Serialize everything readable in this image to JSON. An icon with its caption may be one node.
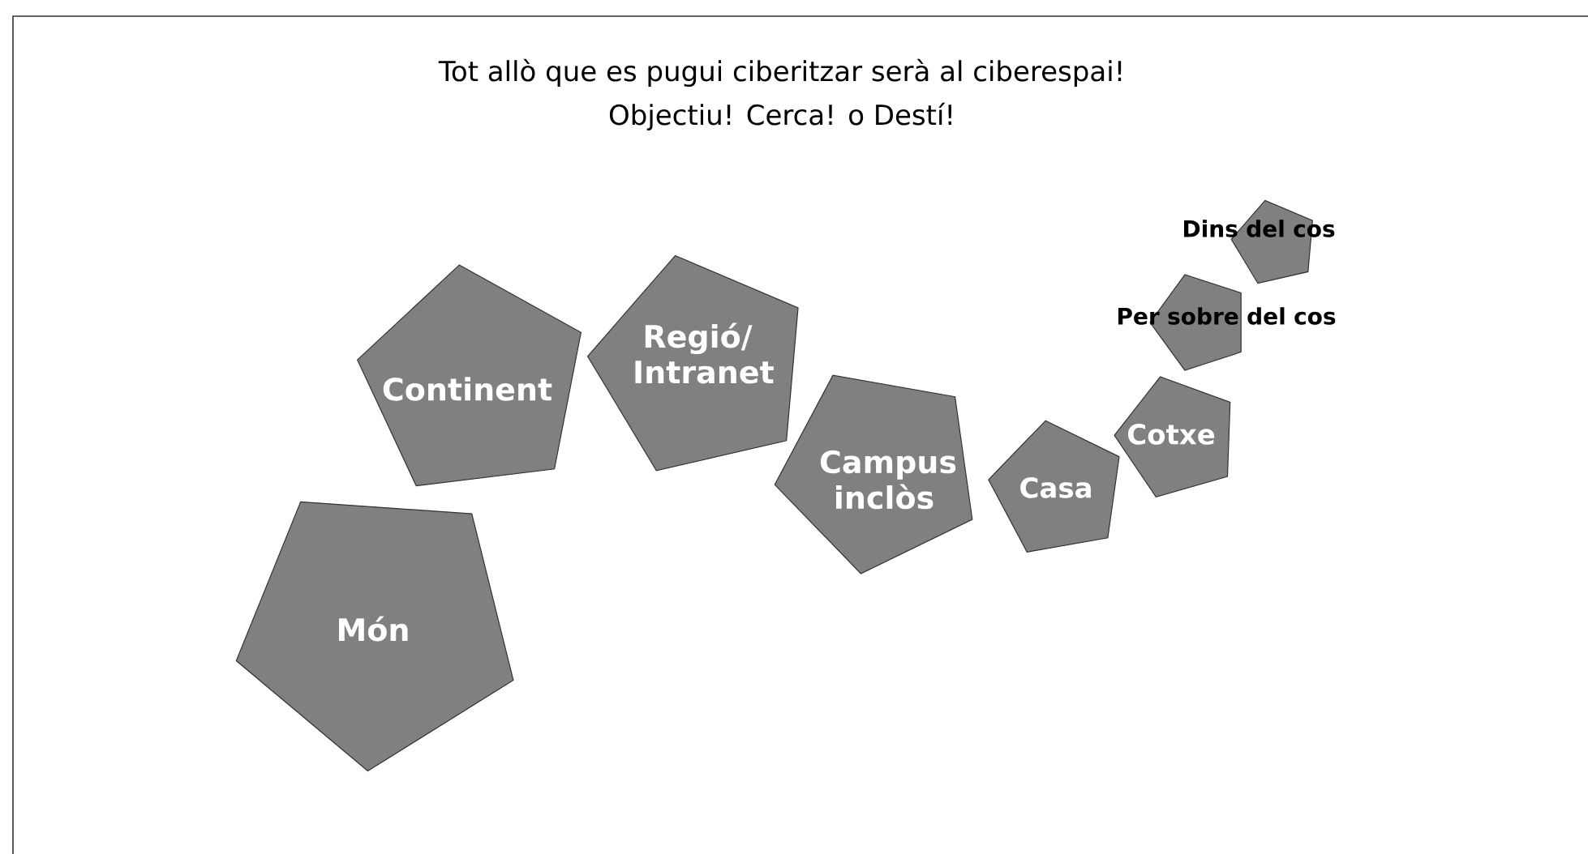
{
  "diagram": {
    "title": "Tot allò que es pugui ciberitzar serà al ciberespai!",
    "nodes": [
      {
        "text": [
          "Món"
        ]
      },
      {
        "text": [
          "Continent"
        ]
      },
      {
        "text": [
          "Regió/ Intranet"
        ]
      },
      {
        "text": [
          "Campus inclòs"
        ]
      },
      {
        "text": [
          "Casa"
        ]
      },
      {
        "text": [
          "Cotxe"
        ]
      },
      {
        "text": [
          "Per sobre del cos"
        ]
      },
      {
        "text": [
          "Dins del cos"
        ]
      }
    ],
    "edges": [],
    "labels": [
      "Objectiu! Cerca! o Destí!"
    ]
  }
}
